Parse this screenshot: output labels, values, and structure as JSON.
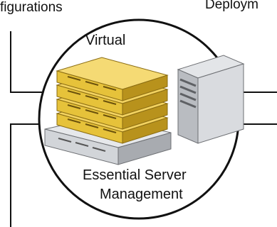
{
  "labels": {
    "top_left": "figurations",
    "top_right": "Deploym",
    "virtual": "Virtual",
    "center_line1": "Essential Server",
    "center_line2": "Management"
  },
  "colors": {
    "line": "#111111",
    "server_yellow": "#e6c23a",
    "server_yellow_dark": "#b8921c",
    "server_gray": "#c9ccd1",
    "tower_gray": "#b9bcc1"
  },
  "icons": [
    "rack-server-stack-icon",
    "tower-server-icon"
  ]
}
